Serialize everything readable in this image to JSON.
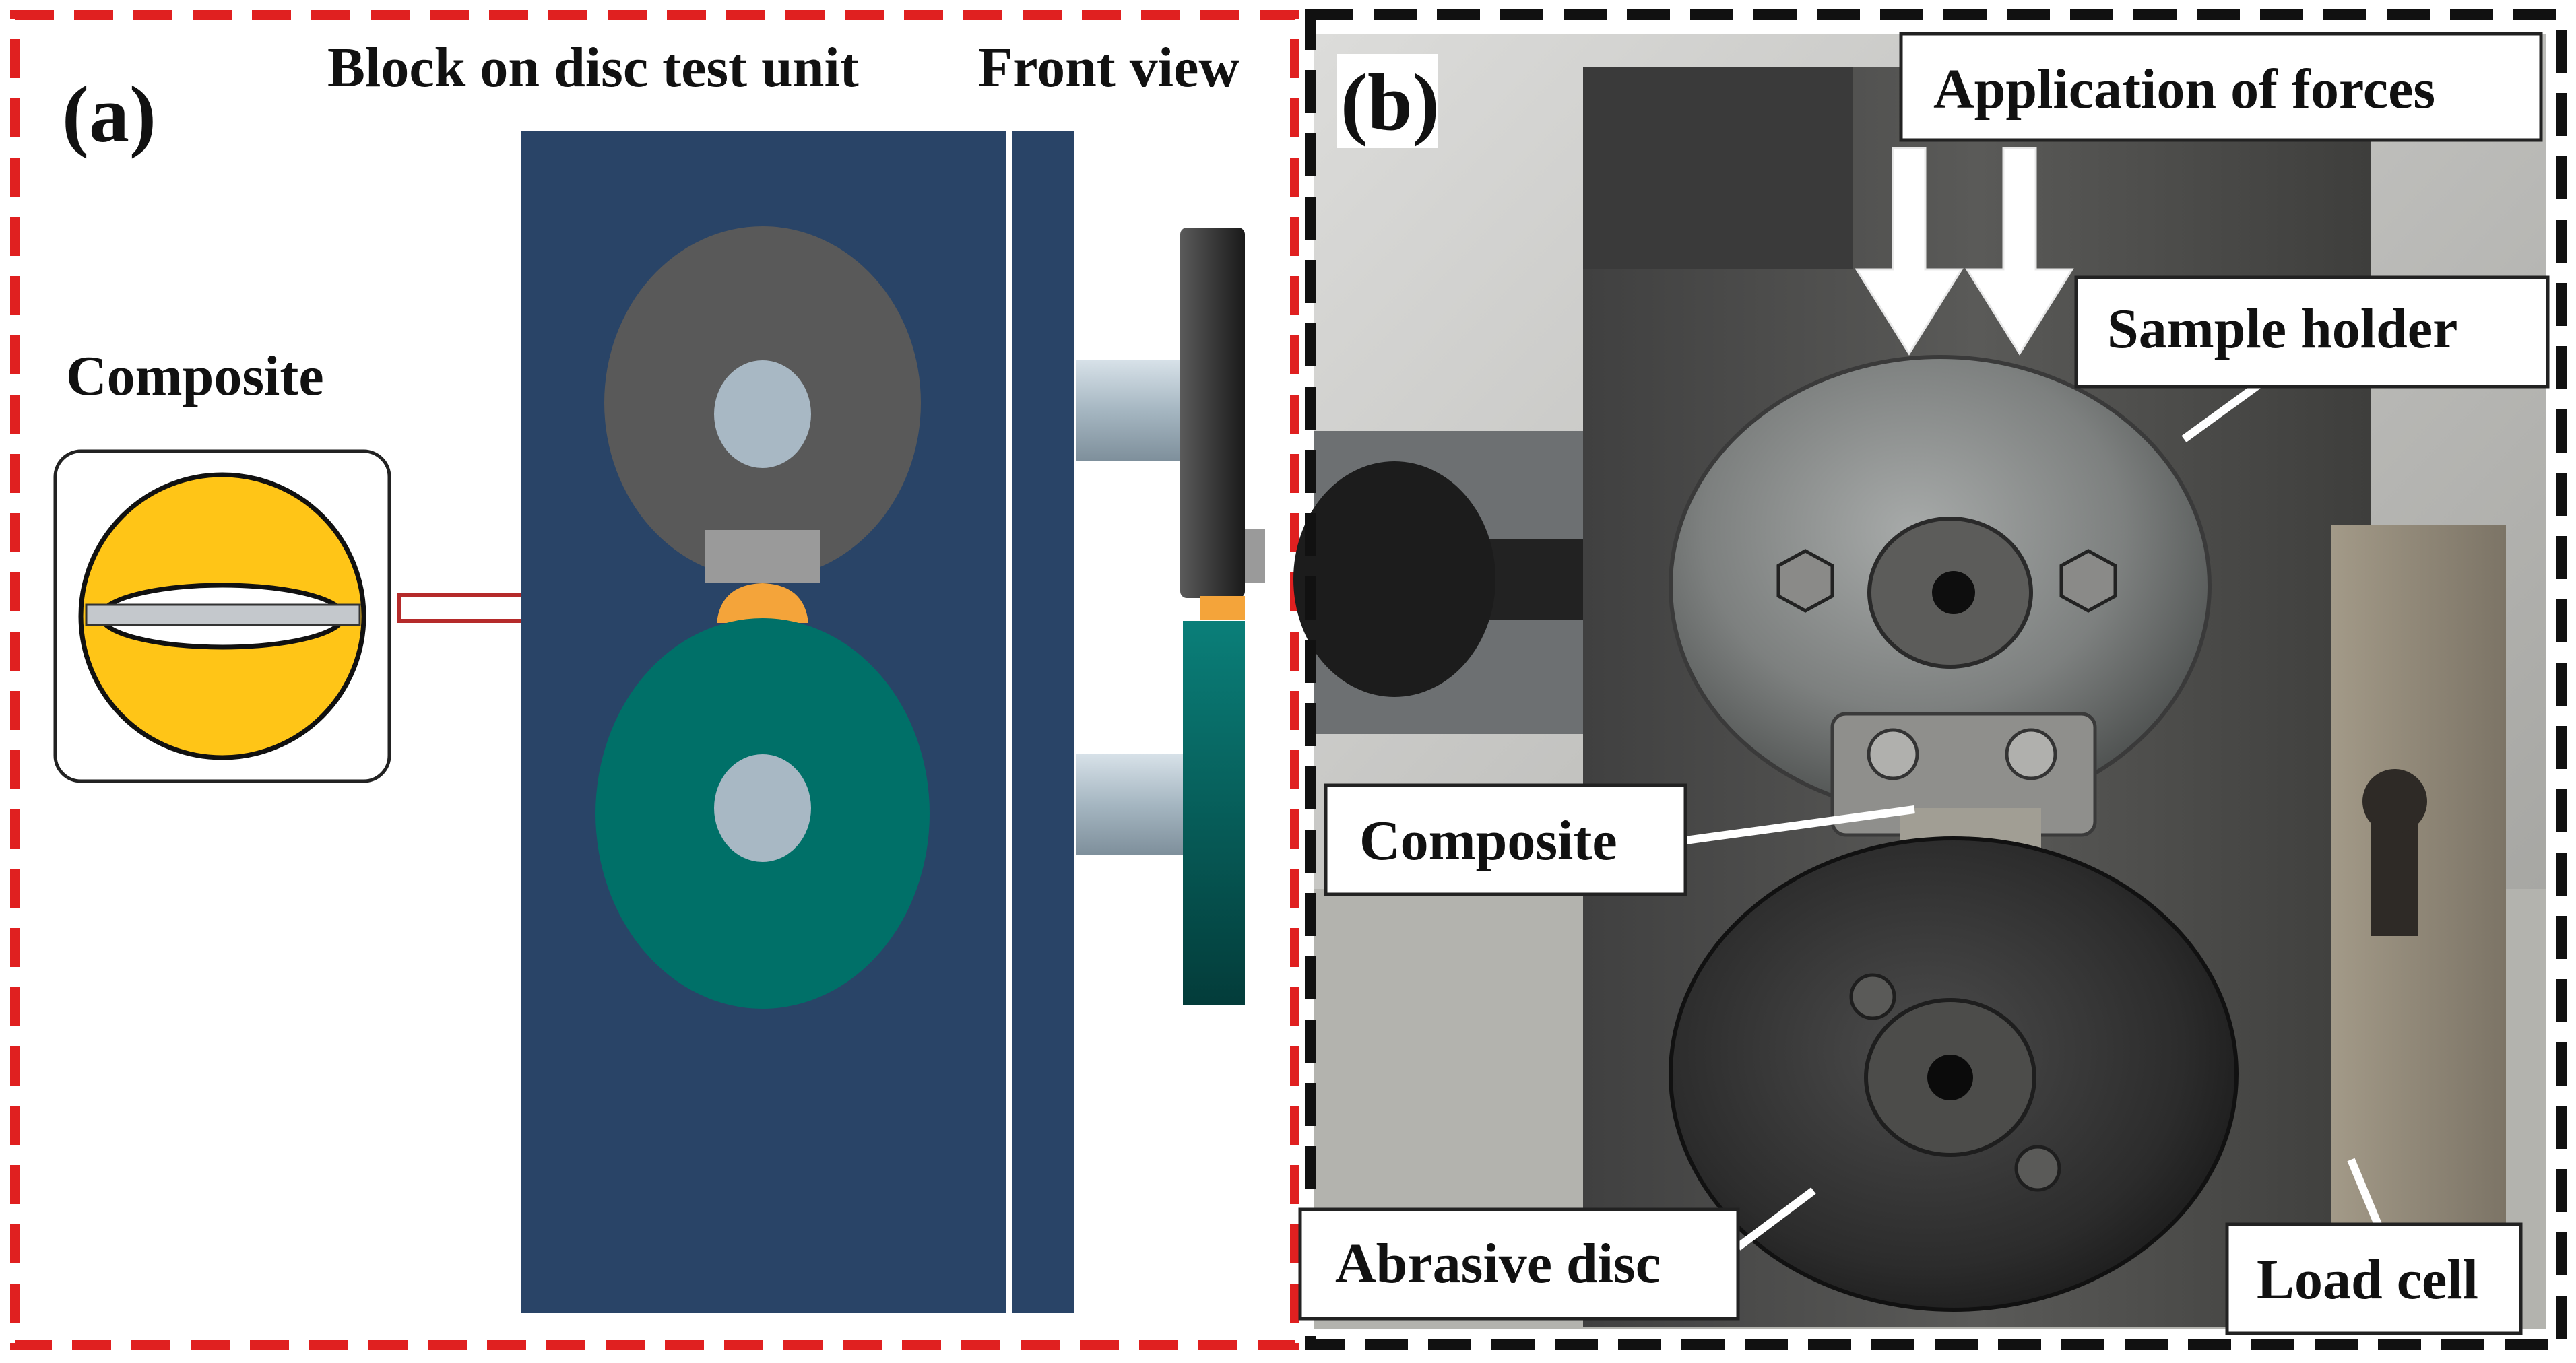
{
  "panel_a": {
    "label": "(a)",
    "title": "Block on disc test unit",
    "front_view_title": "Front view",
    "composite_label": "Composite",
    "colors": {
      "frame": "#e02020",
      "housing": "#294467",
      "upper_wheel": "#595959",
      "lower_wheel": "#007068",
      "hub": "#a8b8c4",
      "composite_fill": "#ffc517",
      "composite_block": "#f4a43a",
      "holder_block": "#9a9a9a",
      "arrow": "#b52a2a"
    }
  },
  "panel_b": {
    "label": "(b)",
    "callouts": {
      "forces": "Application of forces",
      "sample_holder": "Sample holder",
      "composite": "Composite",
      "abrasive_disc": "Abrasive disc",
      "load_cell": "Load cell"
    },
    "colors": {
      "frame": "#111111"
    }
  }
}
